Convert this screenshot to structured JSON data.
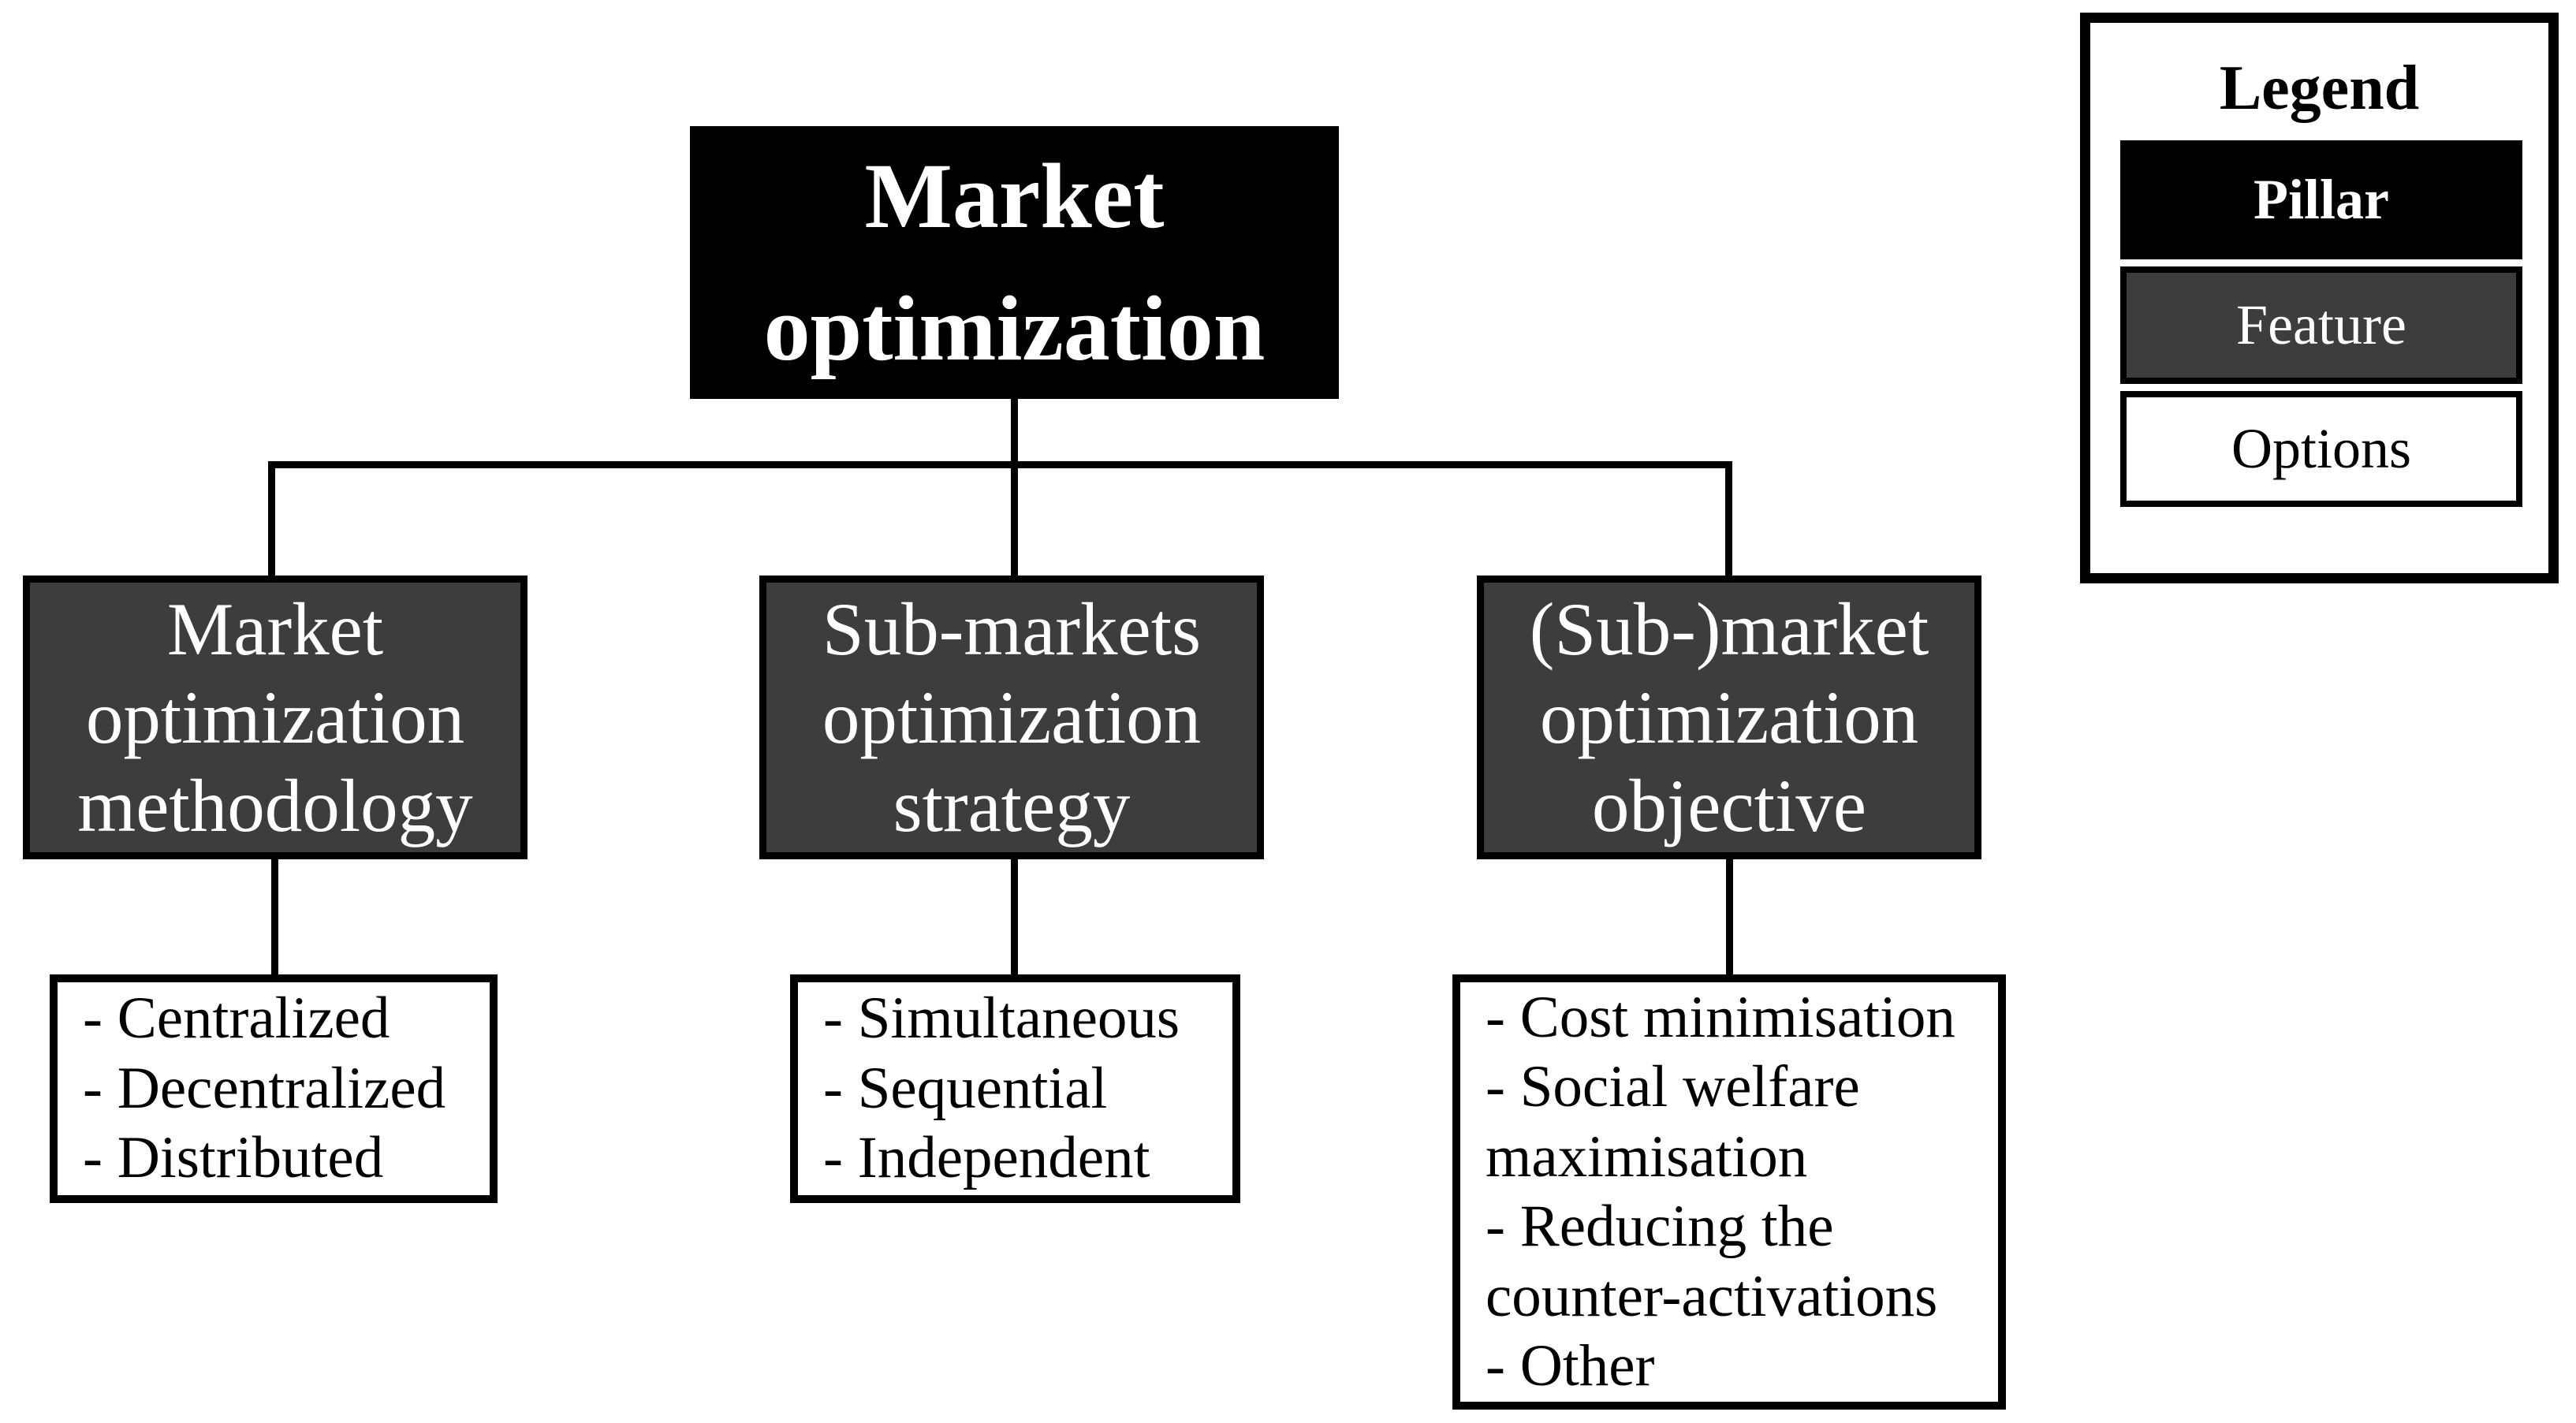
{
  "root": {
    "label": "Market optimization"
  },
  "features": [
    {
      "label": "Market optimization methodology",
      "options": [
        "- Centralized",
        "- Decentralized",
        "- Distributed"
      ]
    },
    {
      "label": "Sub-markets optimization strategy",
      "options": [
        "- Simultaneous",
        "- Sequential",
        "- Independent"
      ]
    },
    {
      "label": "(Sub-)market optimization objective",
      "options": [
        "- Cost minimisation",
        "- Social welfare maximisation",
        "- Reducing the counter-activations",
        "- Other"
      ]
    }
  ],
  "legend": {
    "title": "Legend",
    "items": [
      {
        "label": "Pillar"
      },
      {
        "label": "Feature"
      },
      {
        "label": "Options"
      }
    ]
  },
  "colors": {
    "pillar_bg": "#000000",
    "feature_bg": "#3d3d3d",
    "options_bg": "#ffffff",
    "line_and_border": "#000000",
    "text_on_dark": "#ffffff",
    "text_on_light": "#000000"
  }
}
